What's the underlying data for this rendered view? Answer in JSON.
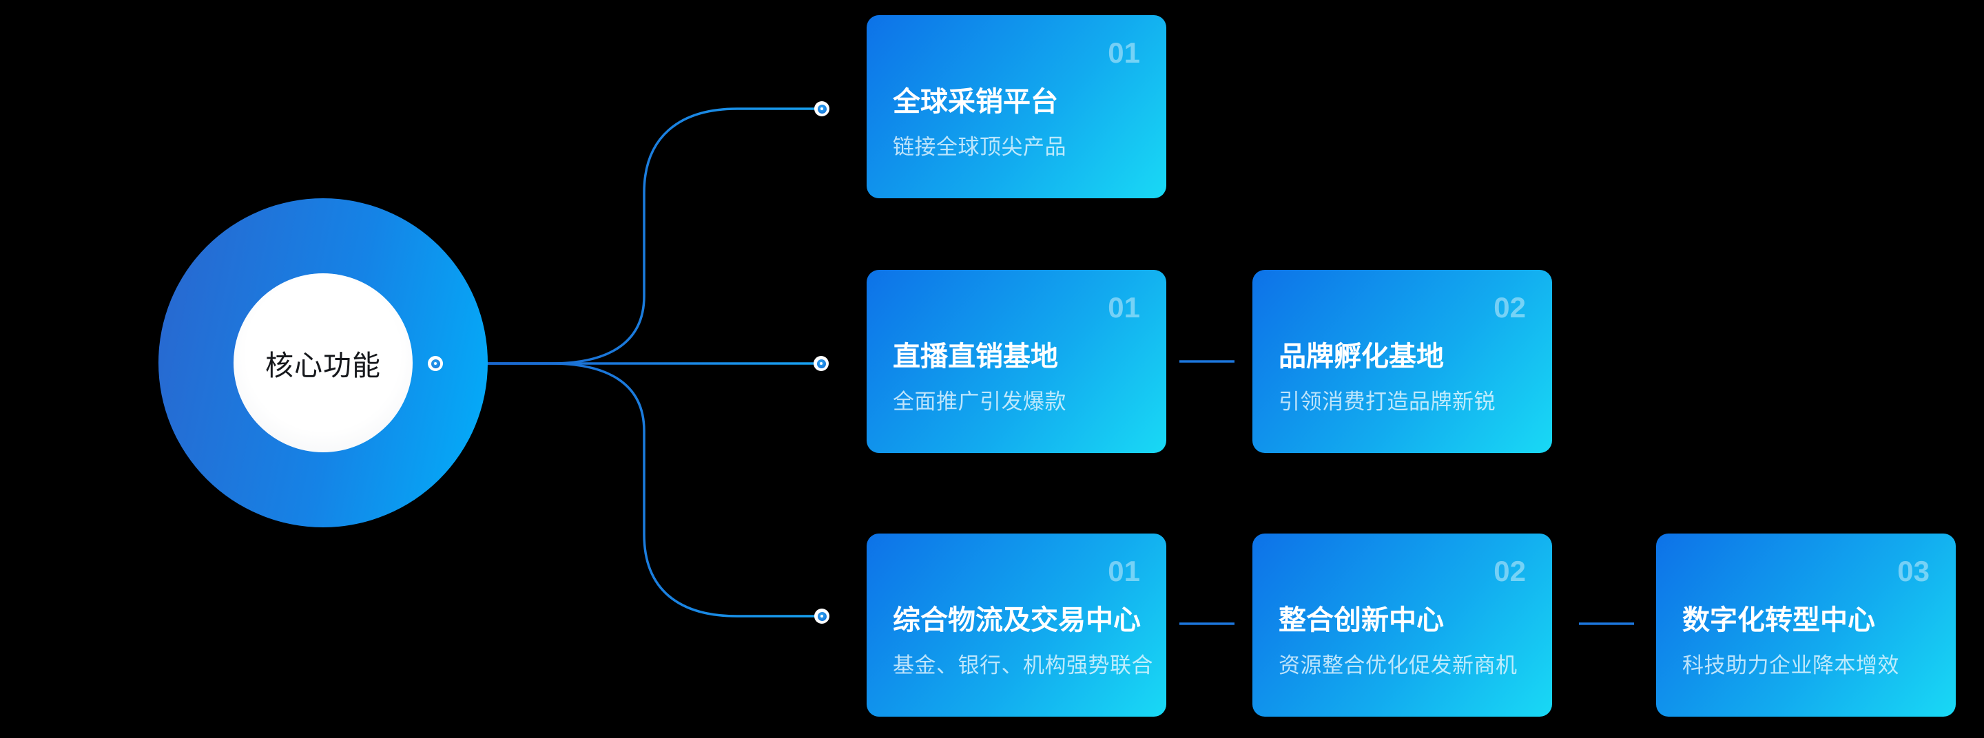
{
  "hub": {
    "label": "核心功能"
  },
  "rows": [
    {
      "cards": [
        {
          "number": "01",
          "title": "全球采销平台",
          "subtitle": "链接全球顶尖产品"
        }
      ]
    },
    {
      "cards": [
        {
          "number": "01",
          "title": "直播直销基地",
          "subtitle": "全面推广引发爆款"
        },
        {
          "number": "02",
          "title": "品牌孵化基地",
          "subtitle": "引领消费打造品牌新锐"
        }
      ]
    },
    {
      "cards": [
        {
          "number": "01",
          "title": "综合物流及交易中心",
          "subtitle": "基金、银行、机构强势联合"
        },
        {
          "number": "02",
          "title": "整合创新中心",
          "subtitle": "资源整合优化促发新商机"
        },
        {
          "number": "03",
          "title": "数字化转型中心",
          "subtitle": "科技助力企业降本增效"
        }
      ]
    }
  ],
  "colors": {
    "background": "#000000",
    "card_gradient_start": "#0D72E8",
    "card_gradient_end": "#19D9F5",
    "hub_gradient_start": "#2A66CE",
    "hub_gradient_end": "#02B0FA",
    "hub_inner": "#FFFFFF",
    "connector_dark": "#1A5FC8",
    "connector_bright": "#17A2F0"
  }
}
